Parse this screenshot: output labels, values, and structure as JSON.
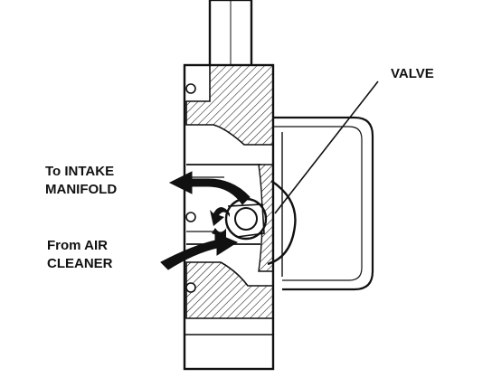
{
  "labels": {
    "valve": "VALVE",
    "to_intake": [
      "To INTAKE",
      "MANIFOLD"
    ],
    "from_air": [
      "From AIR",
      "CLEANER"
    ]
  },
  "colors": {
    "ink": "#111111",
    "background": "#ffffff"
  }
}
